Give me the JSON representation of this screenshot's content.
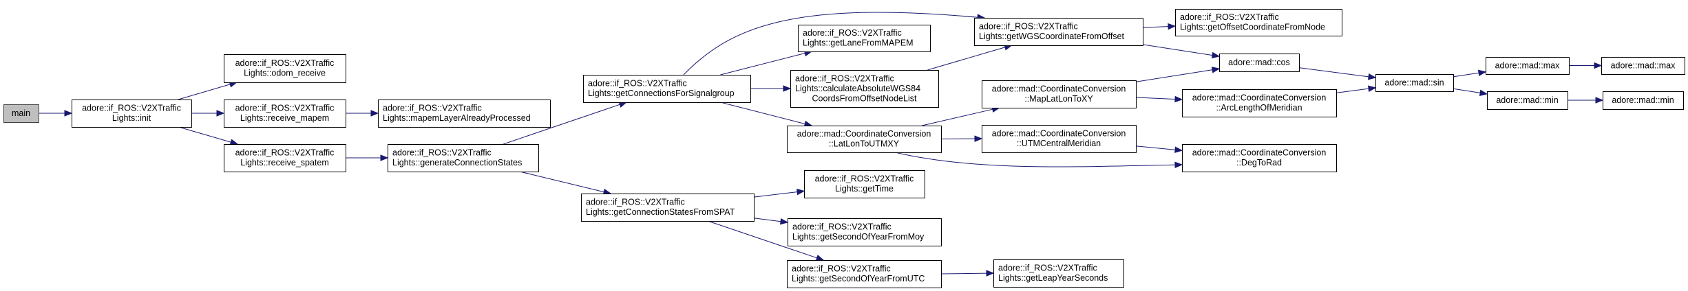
{
  "diagram": {
    "type": "call-graph",
    "colors": {
      "edge": "#191970",
      "root_fill": "#bfbfbf",
      "node_fill": "#ffffff",
      "node_border": "#000000"
    },
    "nodes": [
      {
        "id": "main",
        "lines": [
          "main"
        ],
        "root": true
      },
      {
        "id": "init",
        "lines": [
          "adore::if_ROS::V2XTraffic",
          "Lights::init"
        ]
      },
      {
        "id": "odom_receive",
        "lines": [
          "adore::if_ROS::V2XTraffic",
          "Lights::odom_receive"
        ]
      },
      {
        "id": "receive_mapem",
        "lines": [
          "adore::if_ROS::V2XTraffic",
          "Lights::receive_mapem"
        ]
      },
      {
        "id": "receive_spatem",
        "lines": [
          "adore::if_ROS::V2XTraffic",
          "Lights::receive_spatem"
        ]
      },
      {
        "id": "mapemLayerAlreadyProcessed",
        "lines": [
          "adore::if_ROS::V2XTraffic",
          "Lights::mapemLayerAlreadyProcessed"
        ],
        "align": "left"
      },
      {
        "id": "generateConnectionStates",
        "lines": [
          "adore::if_ROS::V2XTraffic",
          "Lights::generateConnectionStates"
        ],
        "align": "left"
      },
      {
        "id": "getConnectionsForSignalgroup",
        "lines": [
          "adore::if_ROS::V2XTraffic",
          "Lights::getConnectionsForSignalgroup"
        ],
        "align": "left"
      },
      {
        "id": "getConnectionStatesFromSPAT",
        "lines": [
          "adore::if_ROS::V2XTraffic",
          "Lights::getConnectionStatesFromSPAT"
        ],
        "align": "left"
      },
      {
        "id": "getLaneFromMAPEM",
        "lines": [
          "adore::if_ROS::V2XTraffic",
          "Lights::getLaneFromMAPEM"
        ],
        "align": "left"
      },
      {
        "id": "calculateAbsoluteWGS84CoordsFromOffsetNodeList",
        "lines": [
          "adore::if_ROS::V2XTraffic",
          "Lights::calculateAbsoluteWGS84",
          "CoordsFromOffsetNodeList"
        ],
        "align": "mixed"
      },
      {
        "id": "LatLonToUTMXY",
        "lines": [
          "adore::mad::CoordinateConversion",
          "::LatLonToUTMXY"
        ]
      },
      {
        "id": "getTime",
        "lines": [
          "adore::if_ROS::V2XTraffic",
          "Lights::getTime"
        ]
      },
      {
        "id": "getSecondOfYearFromMoy",
        "lines": [
          "adore::if_ROS::V2XTraffic",
          "Lights::getSecondOfYearFromMoy"
        ],
        "align": "left"
      },
      {
        "id": "getSecondOfYearFromUTC",
        "lines": [
          "adore::if_ROS::V2XTraffic",
          "Lights::getSecondOfYearFromUTC"
        ],
        "align": "left"
      },
      {
        "id": "getWGSCoordinateFromOffset",
        "lines": [
          "adore::if_ROS::V2XTraffic",
          "Lights::getWGSCoordinateFromOffset"
        ],
        "align": "left"
      },
      {
        "id": "MapLatLonToXY",
        "lines": [
          "adore::mad::CoordinateConversion",
          "::MapLatLonToXY"
        ]
      },
      {
        "id": "UTMCentralMeridian",
        "lines": [
          "adore::mad::CoordinateConversion",
          "::UTMCentralMeridian"
        ]
      },
      {
        "id": "getLeapYearSeconds",
        "lines": [
          "adore::if_ROS::V2XTraffic",
          "Lights::getLeapYearSeconds"
        ],
        "align": "left"
      },
      {
        "id": "getOffsetCoordinateFromNode",
        "lines": [
          "adore::if_ROS::V2XTraffic",
          "Lights::getOffsetCoordinateFromNode"
        ],
        "align": "left"
      },
      {
        "id": "cos",
        "lines": [
          "adore::mad::cos"
        ]
      },
      {
        "id": "ArcLengthOfMeridian",
        "lines": [
          "adore::mad::CoordinateConversion",
          "::ArcLengthOfMeridian"
        ]
      },
      {
        "id": "DegToRad",
        "lines": [
          "adore::mad::CoordinateConversion",
          "::DegToRad"
        ]
      },
      {
        "id": "sin",
        "lines": [
          "adore::mad::sin"
        ]
      },
      {
        "id": "max_1",
        "lines": [
          "adore::mad::max"
        ]
      },
      {
        "id": "max_2",
        "lines": [
          "adore::mad::max"
        ]
      },
      {
        "id": "min_1",
        "lines": [
          "adore::mad::min"
        ]
      },
      {
        "id": "min_2",
        "lines": [
          "adore::mad::min"
        ]
      }
    ],
    "edges": [
      {
        "from": "main",
        "to": "init"
      },
      {
        "from": "init",
        "to": "odom_receive"
      },
      {
        "from": "init",
        "to": "receive_mapem"
      },
      {
        "from": "init",
        "to": "receive_spatem"
      },
      {
        "from": "receive_mapem",
        "to": "mapemLayerAlreadyProcessed"
      },
      {
        "from": "receive_spatem",
        "to": "generateConnectionStates"
      },
      {
        "from": "generateConnectionStates",
        "to": "getConnectionsForSignalgroup"
      },
      {
        "from": "generateConnectionStates",
        "to": "getConnectionStatesFromSPAT"
      },
      {
        "from": "getConnectionsForSignalgroup",
        "to": "getWGSCoordinateFromOffset"
      },
      {
        "from": "getConnectionsForSignalgroup",
        "to": "getLaneFromMAPEM"
      },
      {
        "from": "getConnectionsForSignalgroup",
        "to": "calculateAbsoluteWGS84CoordsFromOffsetNodeList"
      },
      {
        "from": "getConnectionsForSignalgroup",
        "to": "LatLonToUTMXY"
      },
      {
        "from": "calculateAbsoluteWGS84CoordsFromOffsetNodeList",
        "to": "getWGSCoordinateFromOffset"
      },
      {
        "from": "getWGSCoordinateFromOffset",
        "to": "getOffsetCoordinateFromNode"
      },
      {
        "from": "getWGSCoordinateFromOffset",
        "to": "cos"
      },
      {
        "from": "LatLonToUTMXY",
        "to": "MapLatLonToXY"
      },
      {
        "from": "LatLonToUTMXY",
        "to": "UTMCentralMeridian"
      },
      {
        "from": "LatLonToUTMXY",
        "to": "DegToRad"
      },
      {
        "from": "MapLatLonToXY",
        "to": "cos"
      },
      {
        "from": "MapLatLonToXY",
        "to": "ArcLengthOfMeridian"
      },
      {
        "from": "UTMCentralMeridian",
        "to": "DegToRad"
      },
      {
        "from": "cos",
        "to": "sin"
      },
      {
        "from": "ArcLengthOfMeridian",
        "to": "sin"
      },
      {
        "from": "sin",
        "to": "max_1"
      },
      {
        "from": "sin",
        "to": "min_1"
      },
      {
        "from": "max_1",
        "to": "max_2"
      },
      {
        "from": "min_1",
        "to": "min_2"
      },
      {
        "from": "getConnectionStatesFromSPAT",
        "to": "getTime"
      },
      {
        "from": "getConnectionStatesFromSPAT",
        "to": "getSecondOfYearFromMoy"
      },
      {
        "from": "getConnectionStatesFromSPAT",
        "to": "getSecondOfYearFromUTC"
      },
      {
        "from": "getSecondOfYearFromUTC",
        "to": "getLeapYearSeconds"
      }
    ]
  }
}
